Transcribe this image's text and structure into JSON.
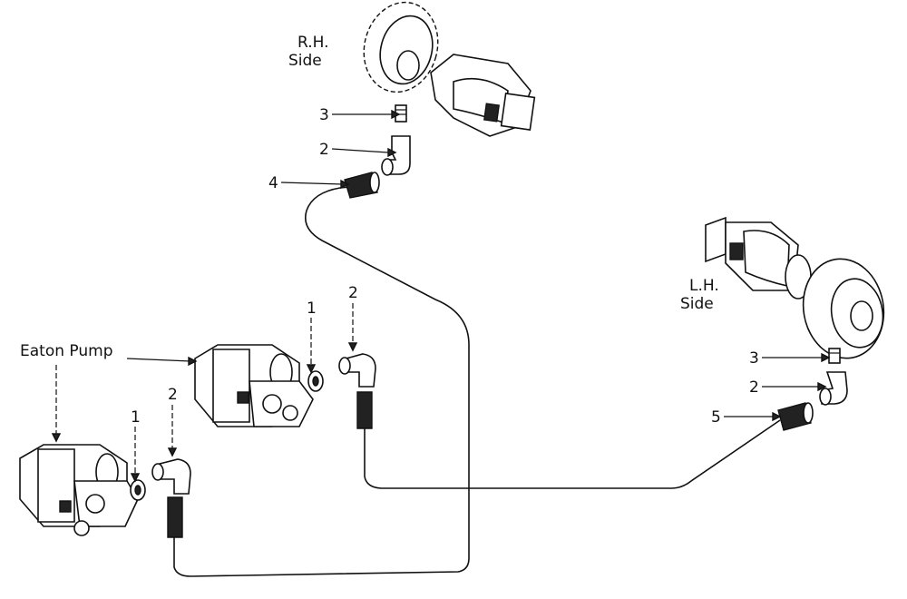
{
  "labels": {
    "rh_side_line1": "R.H.",
    "rh_side_line2": "Side",
    "lh_side_line1": "L.H.",
    "lh_side_line2": "Side",
    "eaton_pump": "Eaton Pump"
  },
  "callouts": {
    "rh_3": "3",
    "rh_2": "2",
    "rh_4": "4",
    "upper_pump_1": "1",
    "upper_pump_2": "2",
    "lower_pump_1": "1",
    "lower_pump_2": "2",
    "lh_3": "3",
    "lh_2": "2",
    "lh_5": "5"
  }
}
